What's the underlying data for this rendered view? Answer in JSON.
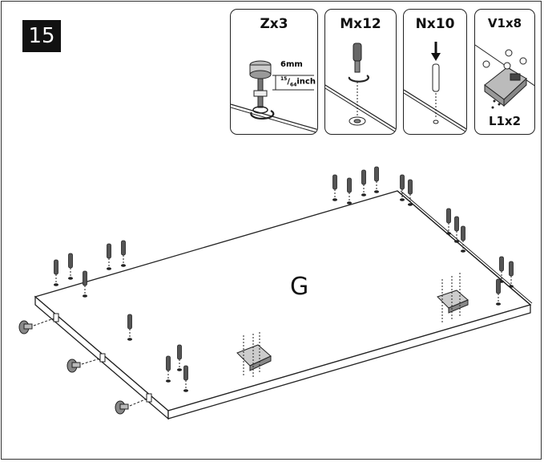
{
  "step": {
    "number": "15"
  },
  "parts": [
    {
      "code": "Zx3",
      "dimension": "6mm",
      "fraction_num": "15",
      "fraction_den": "64",
      "unit": "inch"
    },
    {
      "code": "Mx12"
    },
    {
      "code": "Nx10"
    },
    {
      "code": "V1x8",
      "code2": "L1x2"
    }
  ],
  "panel": {
    "label": "G"
  }
}
